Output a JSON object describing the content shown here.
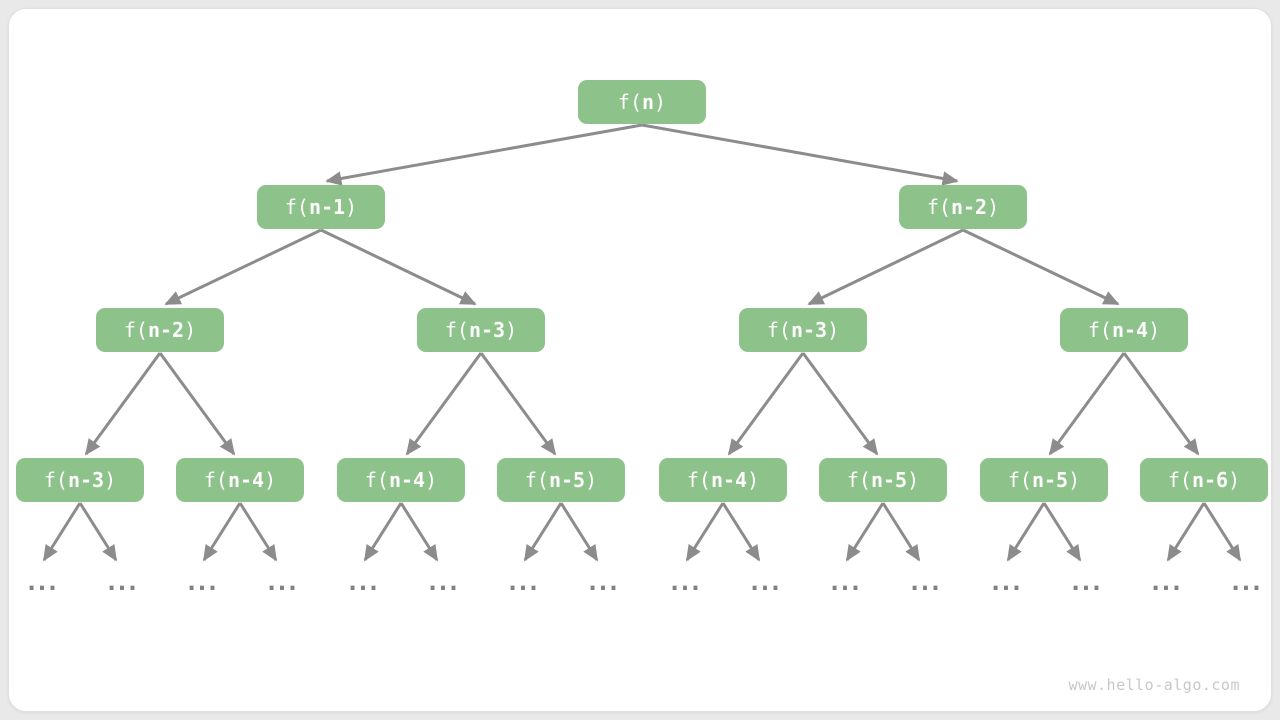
{
  "colors": {
    "page_bg": "#e9e9e9",
    "card_bg": "#ffffff",
    "node_fill": "#8dc28b",
    "node_text": "#ffffff",
    "arrow": "#8c8c8c",
    "dots": "#818181",
    "watermark": "#c8c8c8"
  },
  "watermark": "www.hello-algo.com",
  "tree": {
    "description": "recursion tree of fibonacci-style calls",
    "ellipsis": "...",
    "levels": [
      {
        "nodes": [
          {
            "pre": "f(",
            "arg": "n",
            "post": ")"
          }
        ]
      },
      {
        "nodes": [
          {
            "pre": "f(",
            "arg": "n-1",
            "post": ")"
          },
          {
            "pre": "f(",
            "arg": "n-2",
            "post": ")"
          }
        ]
      },
      {
        "nodes": [
          {
            "pre": "f(",
            "arg": "n-2",
            "post": ")"
          },
          {
            "pre": "f(",
            "arg": "n-3",
            "post": ")"
          },
          {
            "pre": "f(",
            "arg": "n-3",
            "post": ")"
          },
          {
            "pre": "f(",
            "arg": "n-4",
            "post": ")"
          }
        ]
      },
      {
        "nodes": [
          {
            "pre": "f(",
            "arg": "n-3",
            "post": ")"
          },
          {
            "pre": "f(",
            "arg": "n-4",
            "post": ")"
          },
          {
            "pre": "f(",
            "arg": "n-4",
            "post": ")"
          },
          {
            "pre": "f(",
            "arg": "n-5",
            "post": ")"
          },
          {
            "pre": "f(",
            "arg": "n-4",
            "post": ")"
          },
          {
            "pre": "f(",
            "arg": "n-5",
            "post": ")"
          },
          {
            "pre": "f(",
            "arg": "n-5",
            "post": ")"
          },
          {
            "pre": "f(",
            "arg": "n-6",
            "post": ")"
          }
        ]
      }
    ]
  }
}
